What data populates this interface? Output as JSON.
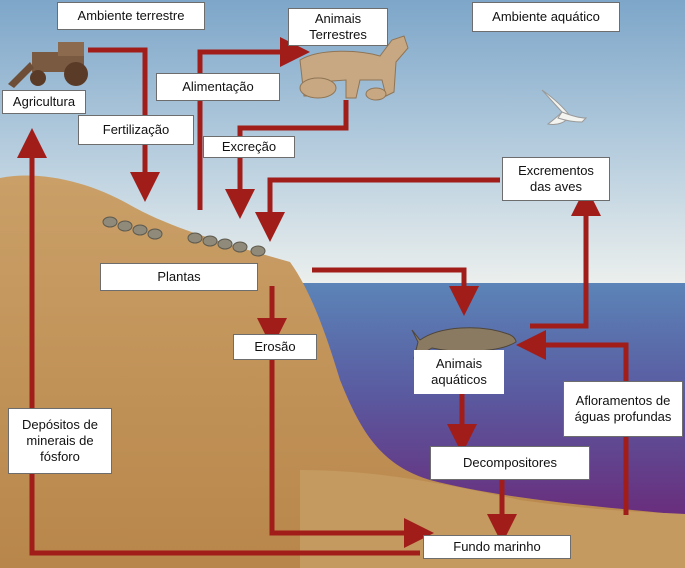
{
  "labels": {
    "ambiente_terrestre": "Ambiente terrestre",
    "animais_terrestres_line1": "Animais",
    "animais_terrestres_line2": "Terrestres",
    "ambiente_aquatico": "Ambiente aquático",
    "agricultura": "Agricultura",
    "alimentacao": "Alimentação",
    "fertilizacao": "Fertilização",
    "excrecao": "Excreção",
    "excrementos_line1": "Excrementos",
    "excrementos_line2": "das aves",
    "plantas": "Plantas",
    "erosao": "Erosão",
    "animais_aquaticos_line1": "Animais",
    "animais_aquaticos_line2": "aquáticos",
    "afloramentos_line1": "Afloramentos de",
    "afloramentos_line2": "águas profundas",
    "depositos_line1": "Depósitos de",
    "depositos_line2": "minerais de",
    "depositos_line3": "fósforo",
    "decompositores": "Decompositores",
    "fundo_marinho": "Fundo marinho"
  },
  "colors": {
    "arrow": "#a01d1a",
    "land": "#c99a5a",
    "land_shadow": "#a87b3f",
    "sky_top": "#7da6c9",
    "sky_bottom": "#e8eef0",
    "sea_top": "#5f86b8",
    "sea_bottom": "#6a2a78"
  }
}
